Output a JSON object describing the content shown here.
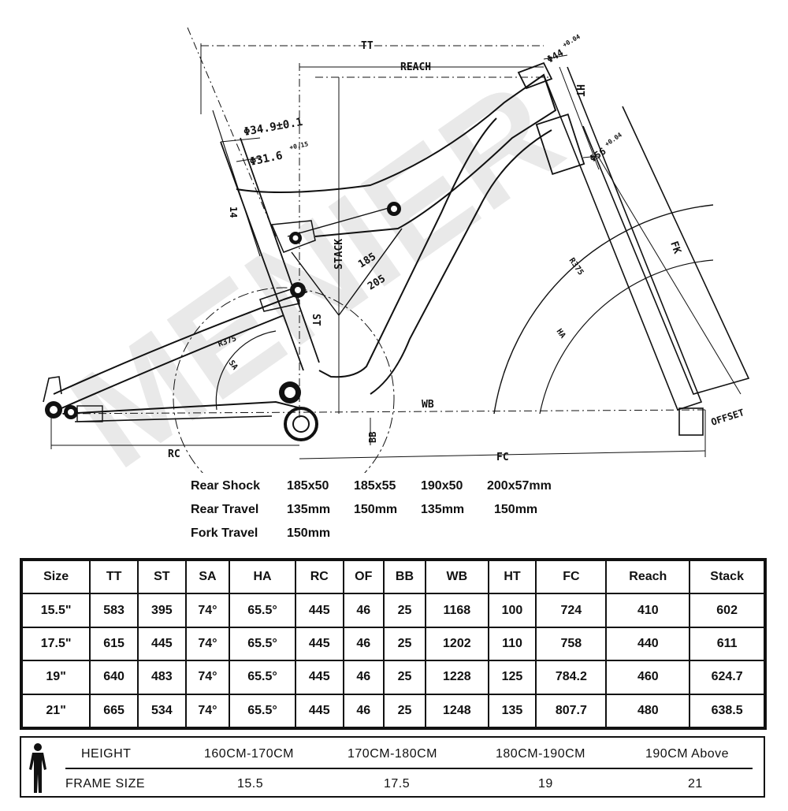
{
  "diagram": {
    "watermark": "MENIER",
    "labels": {
      "tt": "TT",
      "reach": "REACH",
      "stack": "STACK",
      "st": "ST",
      "ht": "HT",
      "fk": "FK",
      "offset": "OFFSET",
      "wb": "WB",
      "bb": "BB",
      "rc": "RC",
      "fc": "FC",
      "shock_185": "185",
      "shock_205": "205",
      "seat_clamp": "Φ34.9±0.1",
      "seatpost": "Φ31.6",
      "seatpost_tol": "+0.15",
      "head_top": "Φ44",
      "head_top_tol": "+0.04",
      "head_bottom": "Φ56",
      "head_bottom_tol": "+0.04",
      "r375_left": "R375",
      "r375_right": "R375",
      "sa": "SA",
      "ha": "HA",
      "dim_14": "14"
    }
  },
  "specs": {
    "rear_shock": {
      "label": "Rear Shock",
      "values": [
        "185x50",
        "185x55",
        "190x50",
        "200x57mm"
      ]
    },
    "rear_travel": {
      "label": "Rear Travel",
      "values": [
        "135mm",
        "150mm",
        "135mm",
        "150mm"
      ]
    },
    "fork_travel": {
      "label": "Fork Travel",
      "values": [
        "150mm"
      ]
    }
  },
  "geometry": {
    "headers": [
      "Size",
      "TT",
      "ST",
      "SA",
      "HA",
      "RC",
      "OF",
      "BB",
      "WB",
      "HT",
      "FC",
      "Reach",
      "Stack"
    ],
    "rows": [
      [
        "15.5\"",
        "583",
        "395",
        "74°",
        "65.5°",
        "445",
        "46",
        "25",
        "1168",
        "100",
        "724",
        "410",
        "602"
      ],
      [
        "17.5\"",
        "615",
        "445",
        "74°",
        "65.5°",
        "445",
        "46",
        "25",
        "1202",
        "110",
        "758",
        "440",
        "611"
      ],
      [
        "19\"",
        "640",
        "483",
        "74°",
        "65.5°",
        "445",
        "46",
        "25",
        "1228",
        "125",
        "784.2",
        "460",
        "624.7"
      ],
      [
        "21\"",
        "665",
        "534",
        "74°",
        "65.5°",
        "445",
        "46",
        "25",
        "1248",
        "135",
        "807.7",
        "480",
        "638.5"
      ]
    ]
  },
  "sizing": {
    "height_label": "HEIGHT",
    "frame_label": "FRAME SIZE",
    "heights": [
      "160CM-170CM",
      "170CM-180CM",
      "180CM-190CM",
      "190CM Above"
    ],
    "frames": [
      "15.5",
      "17.5",
      "19",
      "21"
    ]
  }
}
